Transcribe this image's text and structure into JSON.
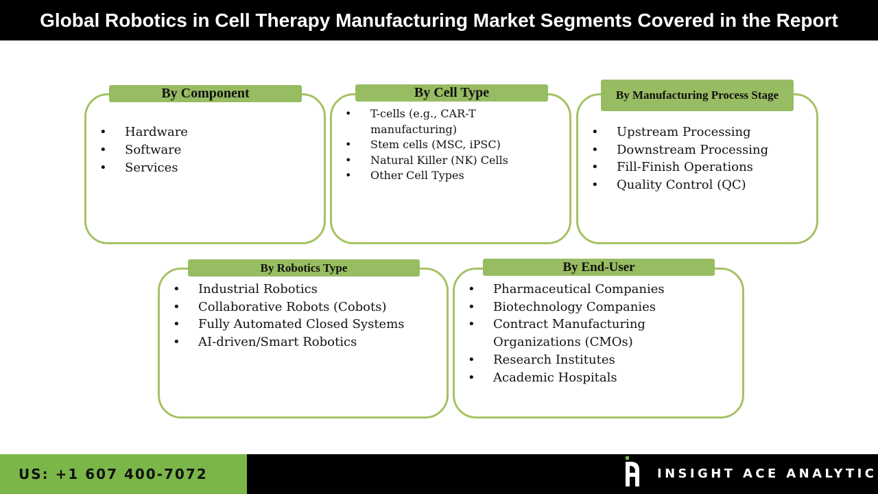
{
  "title": "Global Robotics in Cell Therapy Manufacturing Market Segments Covered in the Report",
  "colors": {
    "title_bar": "#000000",
    "box_border": "#a4c263",
    "label_fill": "#97bc62",
    "footer_phone_bg": "#7ab648",
    "footer_brand_bg": "#000000"
  },
  "bullet_glyph": "•",
  "segments": {
    "component": {
      "label": "By Component",
      "items": [
        "Hardware",
        "Software",
        "Services"
      ]
    },
    "cell_type": {
      "label": "By Cell Type",
      "items": [
        "T-cells (e.g., CAR-T manufacturing)",
        "Stem cells (MSC, iPSC)",
        "Natural Killer (NK) Cells",
        "Other Cell Types"
      ]
    },
    "process_stage": {
      "label": "By Manufacturing Process Stage",
      "items": [
        "Upstream Processing",
        "Downstream Processing",
        "Fill-Finish Operations",
        "Quality Control (QC)"
      ]
    },
    "robotics_type": {
      "label": "By Robotics Type",
      "items": [
        "Industrial Robotics",
        "Collaborative Robots (Cobots)",
        "Fully Automated Closed Systems",
        "AI-driven/Smart Robotics"
      ]
    },
    "end_user": {
      "label": "By End-User",
      "items": [
        "Pharmaceutical Companies",
        "Biotechnology Companies",
        "Contract Manufacturing Organizations (CMOs)",
        "Research Institutes",
        "Academic Hospitals"
      ]
    }
  },
  "footer": {
    "phone": "US: +1 607 400-7072",
    "brand": "INSIGHT ACE ANALYTIC",
    "logo_icon": "insight-ace-logo-icon"
  }
}
